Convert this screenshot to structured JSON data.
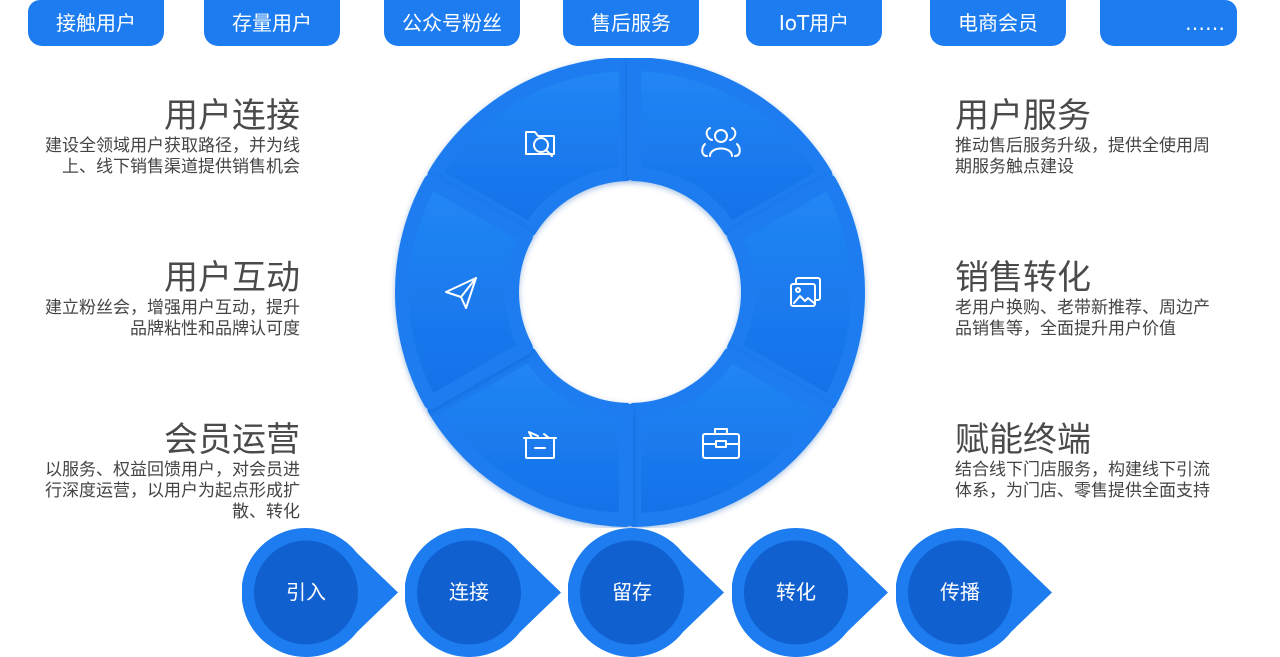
{
  "tabs": [
    "接触用户",
    "存量用户",
    "公众号粉丝",
    "售后服务",
    "IoT用户",
    "电商会员",
    "……"
  ],
  "blocks": {
    "connect": {
      "title": "用户连接",
      "lines": [
        "建设全领域用户获取路径，并为线",
        "上、线下销售渠道提供销售机会"
      ]
    },
    "interact": {
      "title": "用户互动",
      "lines": [
        "建立粉丝会，增强用户互动，提升",
        "品牌粘性和品牌认可度"
      ]
    },
    "member": {
      "title": "会员运营",
      "lines": [
        "以服务、权益回馈用户，对会员进",
        "行深度运营，以用户为起点形成扩",
        "散、转化"
      ]
    },
    "service": {
      "title": "用户服务",
      "lines": [
        "推动售后服务升级，提供全使用周",
        "期服务触点建设"
      ]
    },
    "sales": {
      "title": "销售转化",
      "lines": [
        "老用户换购、老带新推荐、周边产",
        "品销售等，全面提升用户价值"
      ]
    },
    "terminal": {
      "title": "赋能终端",
      "lines": [
        "结合线下门店服务，构建线下引流",
        "体系，为门店、零售提供全面支持"
      ]
    }
  },
  "wheel_icons": [
    "folder-search-icon",
    "users-icon",
    "image-gallery-icon",
    "briefcase-icon",
    "gift-box-icon",
    "paper-plane-icon"
  ],
  "flow": [
    "引入",
    "连接",
    "留存",
    "转化",
    "传播"
  ],
  "colors": {
    "primary": "#1c7cf0",
    "dark": "#1060d0",
    "text": "#4a4a4a"
  }
}
